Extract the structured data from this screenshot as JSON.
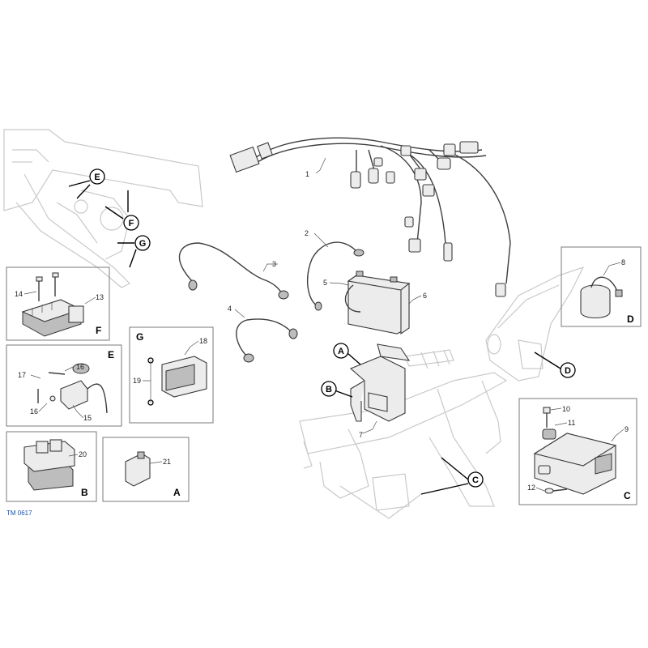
{
  "code": "TM 0617",
  "callouts": {
    "n1": "1",
    "n2": "2",
    "n3": "3",
    "n4": "4",
    "n5": "5",
    "n6": "6",
    "n7": "7",
    "n8": "8",
    "n9": "9",
    "n10": "10",
    "n11": "11",
    "n12": "12",
    "n13": "13",
    "n14": "14",
    "n15": "15",
    "n16a": "16",
    "n16b": "16",
    "n17": "17",
    "n18": "18",
    "n19": "19",
    "n20": "20",
    "n21": "21"
  },
  "markers": {
    "A": "A",
    "B": "B",
    "C": "C",
    "D": "D",
    "E": "E",
    "F": "F",
    "G": "G"
  },
  "boxes": {
    "F": "F",
    "E": "E",
    "G": "G",
    "B": "B",
    "A": "A",
    "D": "D",
    "C": "C"
  }
}
